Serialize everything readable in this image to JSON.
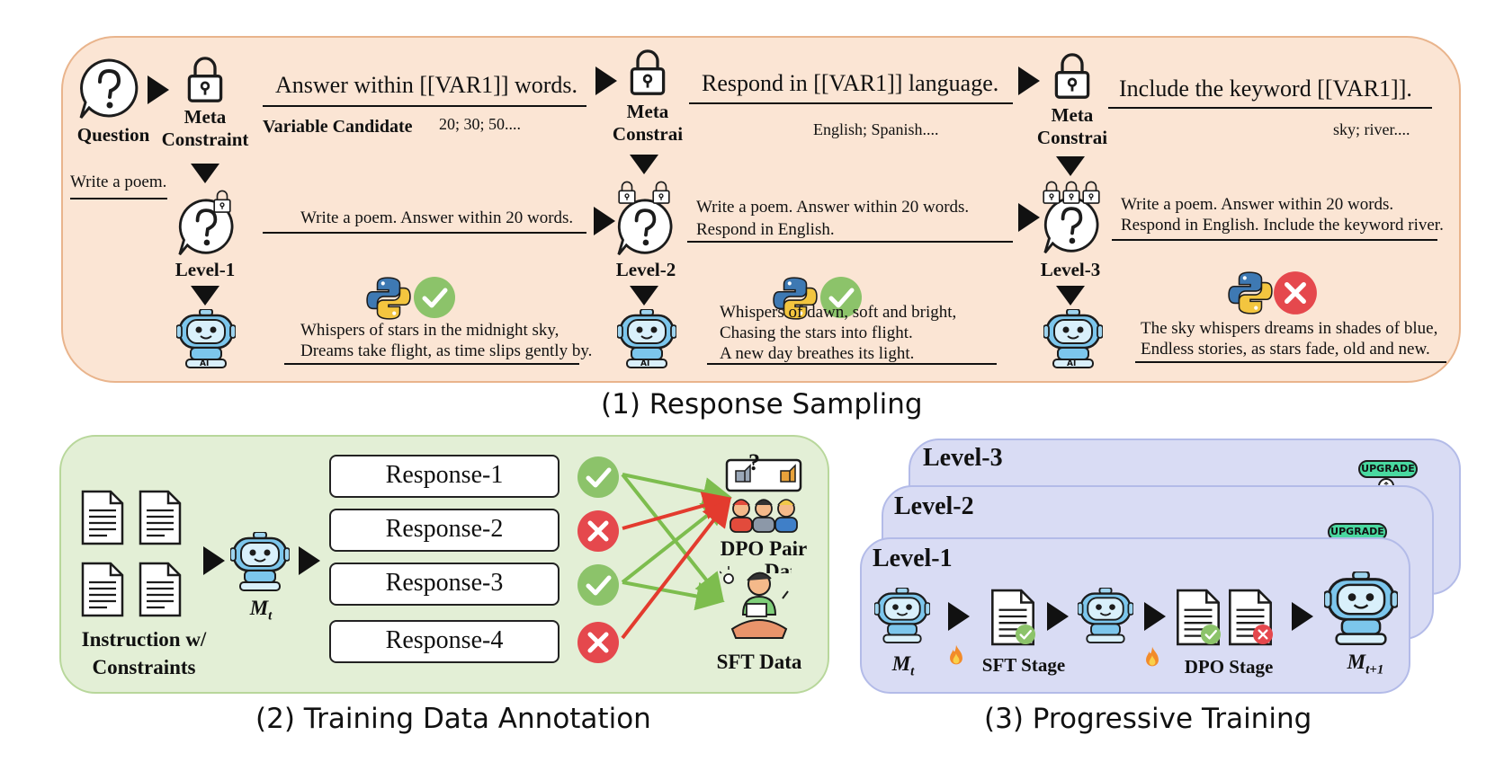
{
  "colors": {
    "panel1_bg": "#fbe5d4",
    "panel2_bg": "#e3efd6",
    "panel3_bg": "#d9dcf4",
    "check": "#8cc36a",
    "cross": "#e5484d",
    "arrow_green": "#7dbd4e",
    "arrow_red": "#e33b2e",
    "upgrade": "#49d9a0"
  },
  "section1": {
    "caption": "(1) Response Sampling",
    "question_label": "Question",
    "meta_label": "Meta\nConstraint",
    "meta_label_short": "Meta\nConstrai",
    "meta_label_cut": "Meta\nConstrai\nnt",
    "seed": "Write a poem.",
    "templates": [
      "Answer within [[VAR1]] words.",
      "Respond in [[VAR1]] language.",
      "Include the keyword [[VAR1]]."
    ],
    "variable_candidate_label": "Variable Candidate",
    "candidates": [
      "20; 30; 50....",
      "English; Spanish....",
      "sky; river...."
    ],
    "levels": [
      "Level-1",
      "Level-2",
      "Level-3"
    ],
    "instructions": [
      "Write a poem. Answer within 20 words.",
      "Write a poem. Answer within 20 words.\nRespond in English.",
      "Write a poem. Answer within 20 words.\nRespond in English. Include the keyword river."
    ],
    "responses": [
      "Whispers of stars in the midnight sky,\nDreams take flight, as time slips gently by.",
      "Whispers of dawn, soft and bright,\nChasing the stars into flight.\nA new day breathes its light.",
      "The sky whispers dreams in shades of blue,\nEndless stories, as stars fade, old and new."
    ],
    "robot_badge": "AI"
  },
  "section2": {
    "caption": "(2) Training Data Annotation",
    "input_label": "Instruction w/\nConstraints",
    "model_label": "M",
    "model_sub": "t",
    "responses": [
      "Response-1",
      "Response-2",
      "Response-3",
      "Response-4"
    ],
    "verdicts": [
      "pass",
      "fail",
      "pass",
      "fail"
    ],
    "dpo_label": "DPO Pair",
    "dpo_hidden": "Data",
    "dpo_icon_text": "?",
    "sft_label": "SFT Data"
  },
  "section3": {
    "caption": "(3) Progressive Training",
    "levels": [
      "Level-3",
      "Level-2",
      "Level-1"
    ],
    "upgrade": "UPGRADE",
    "model_in": "M",
    "model_in_sub": "t",
    "model_out": "M",
    "model_out_sub": "t+1",
    "sft_stage": "SFT Stage",
    "dpo_stage": "DPO Stage"
  }
}
